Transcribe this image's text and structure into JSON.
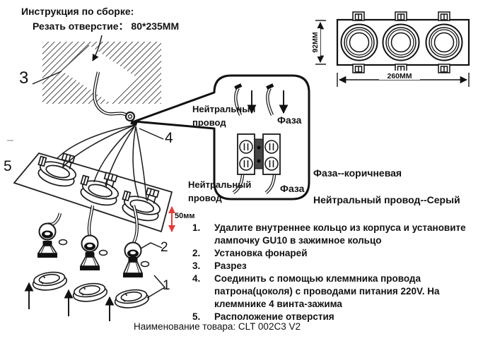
{
  "header": {
    "title": "Инструкция по сборке:",
    "subtitle": "Резать отверстие：  80*235MM"
  },
  "top_view": {
    "height_label": "92MM",
    "width_label": "260MM"
  },
  "callout": {
    "neutral_top": "Нейтральный\nпровод",
    "phase_top": "Фаза",
    "neutral_bottom": "Нейтральный\nпровод",
    "phase_bottom": "Фаза"
  },
  "wire_legend": {
    "line1": "Фаза--коричневая",
    "line2": "Нейтральный провод--Серый"
  },
  "labels": {
    "n1": "1",
    "n2": "2",
    "n3": "3",
    "n4": "4",
    "n5": "5",
    "dim50": "50мм"
  },
  "steps": [
    {
      "num": "1.",
      "text": "Удалите внутреннее кольцо из корпуса и установите\nлампочку GU10 в зажимное кольцо"
    },
    {
      "num": "2.",
      "text": "Установка фонарей"
    },
    {
      "num": "3.",
      "text": "Разрез"
    },
    {
      "num": "4.",
      "text": "Соединить с помощью клеммника провода\nпатрона(цоколя) с проводами питания 220V. На\nклеммнике 4 винта-зажима"
    },
    {
      "num": "5.",
      "text": "Расположение отверстия"
    }
  ],
  "footer": {
    "product_name": "Наименование товара: CLT 002C3 V2"
  },
  "colors": {
    "line": "#1a1a1a",
    "dim_red": "#e23d3a"
  }
}
